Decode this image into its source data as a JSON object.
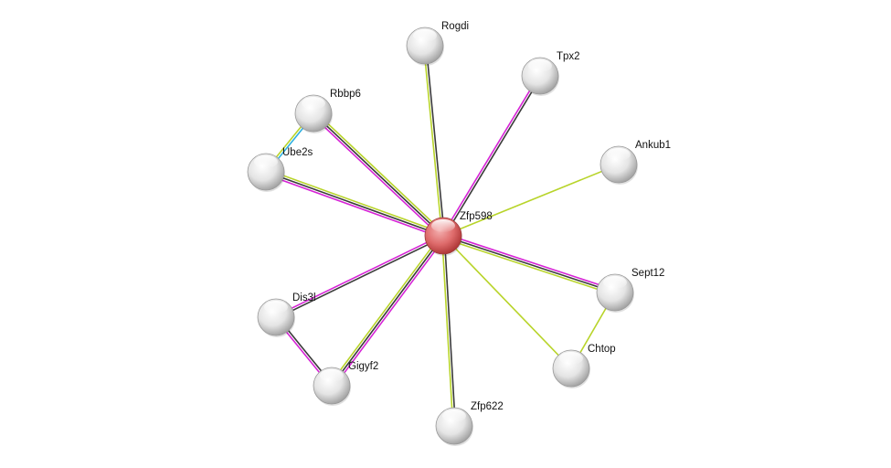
{
  "network": {
    "colors": {
      "black": "#3a3a3a",
      "magenta": "#d623d6",
      "yellow": "#b8d42a",
      "cyan": "#2fb0e0",
      "query_node": "#d65a5a",
      "node": "#e2e2e2"
    },
    "nodes": [
      {
        "id": "Zfp598",
        "label": "Zfp598",
        "query": true
      },
      {
        "id": "Rogdi",
        "label": "Rogdi"
      },
      {
        "id": "Tpx2",
        "label": "Tpx2"
      },
      {
        "id": "Ankub1",
        "label": "Ankub1"
      },
      {
        "id": "Rbbp6",
        "label": "Rbbp6"
      },
      {
        "id": "Ube2s",
        "label": "Ube2s"
      },
      {
        "id": "Sept12",
        "label": "Sept12"
      },
      {
        "id": "Chtop",
        "label": "Chtop"
      },
      {
        "id": "Dis3l",
        "label": "Dis3l"
      },
      {
        "id": "Gigyf2",
        "label": "Gigyf2"
      },
      {
        "id": "Zfp622",
        "label": "Zfp622"
      }
    ],
    "edges": [
      {
        "source": "Zfp598",
        "target": "Rogdi",
        "channels": [
          "yellow",
          "black"
        ]
      },
      {
        "source": "Zfp598",
        "target": "Tpx2",
        "channels": [
          "magenta",
          "black"
        ]
      },
      {
        "source": "Zfp598",
        "target": "Ankub1",
        "channels": [
          "yellow"
        ]
      },
      {
        "source": "Zfp598",
        "target": "Rbbp6",
        "channels": [
          "magenta",
          "black",
          "yellow"
        ]
      },
      {
        "source": "Zfp598",
        "target": "Ube2s",
        "channels": [
          "magenta",
          "black",
          "yellow"
        ]
      },
      {
        "source": "Zfp598",
        "target": "Sept12",
        "channels": [
          "magenta",
          "black",
          "yellow"
        ]
      },
      {
        "source": "Zfp598",
        "target": "Chtop",
        "channels": [
          "yellow"
        ]
      },
      {
        "source": "Zfp598",
        "target": "Dis3l",
        "channels": [
          "black",
          "magenta"
        ]
      },
      {
        "source": "Zfp598",
        "target": "Gigyf2",
        "channels": [
          "magenta",
          "black",
          "yellow"
        ]
      },
      {
        "source": "Zfp598",
        "target": "Zfp622",
        "channels": [
          "black",
          "yellow"
        ]
      },
      {
        "source": "Rbbp6",
        "target": "Ube2s",
        "channels": [
          "cyan",
          "yellow"
        ]
      },
      {
        "source": "Sept12",
        "target": "Chtop",
        "channels": [
          "yellow"
        ]
      },
      {
        "source": "Dis3l",
        "target": "Gigyf2",
        "channels": [
          "black",
          "magenta"
        ]
      }
    ]
  }
}
